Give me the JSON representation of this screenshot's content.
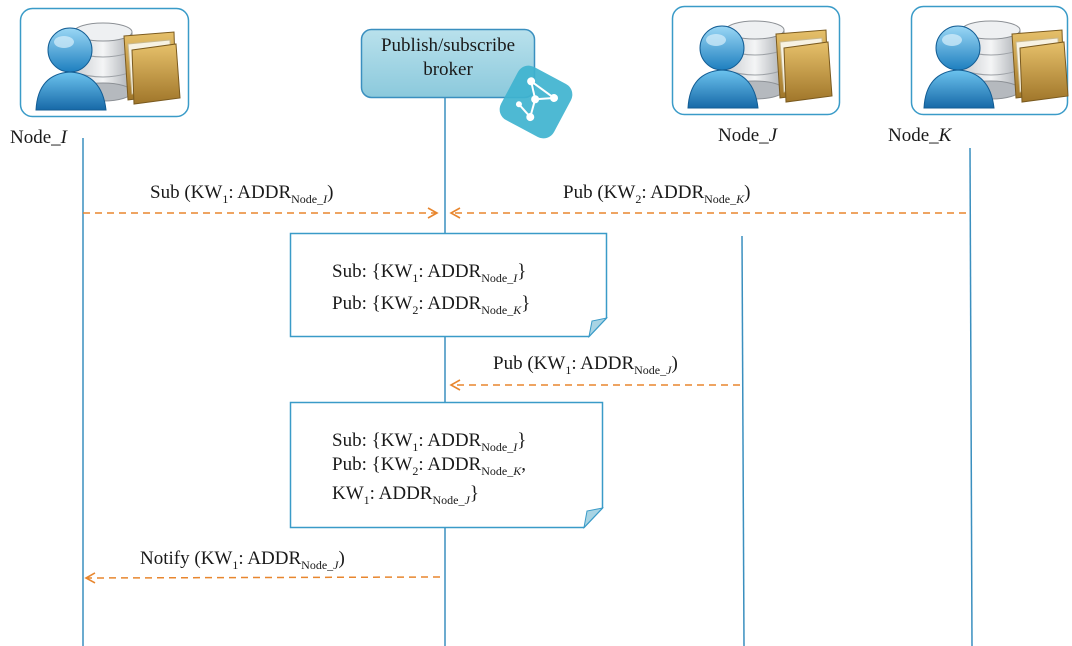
{
  "broker": {
    "title": "Publish/subscribe broker",
    "title_line1": "Publish/subscribe",
    "title_line2": "broker"
  },
  "nodes": [
    {
      "id": "I",
      "prefix": "Node_",
      "suffix": "I"
    },
    {
      "id": "J",
      "prefix": "Node_",
      "suffix": "J"
    },
    {
      "id": "K",
      "prefix": "Node_",
      "suffix": "K"
    }
  ],
  "messages": [
    {
      "id": "sub_i",
      "op": "Sub",
      "kw": "KW",
      "kw_sub": "1",
      "addr": "ADDR",
      "addr_sub": "Node_",
      "addr_sub_it": "I"
    },
    {
      "id": "pub_k",
      "op": "Pub",
      "kw": "KW",
      "kw_sub": "2",
      "addr": "ADDR",
      "addr_sub": "Node_",
      "addr_sub_it": "K"
    },
    {
      "id": "pub_j",
      "op": "Pub",
      "kw": "KW",
      "kw_sub": "1",
      "addr": "ADDR",
      "addr_sub": "Node_",
      "addr_sub_it": "J"
    },
    {
      "id": "notify_i",
      "op": "Notify",
      "kw": "KW",
      "kw_sub": "1",
      "addr": "ADDR",
      "addr_sub": "Node_",
      "addr_sub_it": "J"
    }
  ],
  "notes": [
    {
      "id": "state1",
      "lines": [
        {
          "op": "Sub:",
          "kw": "KW",
          "kw_sub": "1",
          "addr": "ADDR",
          "addr_sub": "Node_",
          "addr_sub_it": "I",
          "close": "}"
        },
        {
          "op": "Pub:",
          "kw": "KW",
          "kw_sub": "2",
          "addr": "ADDR",
          "addr_sub": "Node_",
          "addr_sub_it": "K",
          "close": "}"
        }
      ]
    },
    {
      "id": "state2",
      "lines": [
        {
          "op": "Sub:",
          "kw": "KW",
          "kw_sub": "1",
          "addr": "ADDR",
          "addr_sub": "Node_",
          "addr_sub_it": "I",
          "close": "}"
        },
        {
          "op": "Pub:",
          "kw": "KW",
          "kw_sub": "2",
          "addr": "ADDR",
          "addr_sub": "Node_",
          "addr_sub_it": "K",
          "close": ","
        },
        {
          "op": "",
          "kw": "KW",
          "kw_sub": "1",
          "addr": "ADDR",
          "addr_sub": "Node_",
          "addr_sub_it": "J",
          "close": "}"
        }
      ]
    }
  ],
  "colors": {
    "lifeline": "#3a8fbf",
    "arrow": "#e8862e",
    "box_border": "#3a9bc8",
    "broker_fill": "#9fd3e2",
    "note_fold": "#a8d4e4"
  },
  "icons": [
    "user-database-icon",
    "network-graph-icon"
  ]
}
